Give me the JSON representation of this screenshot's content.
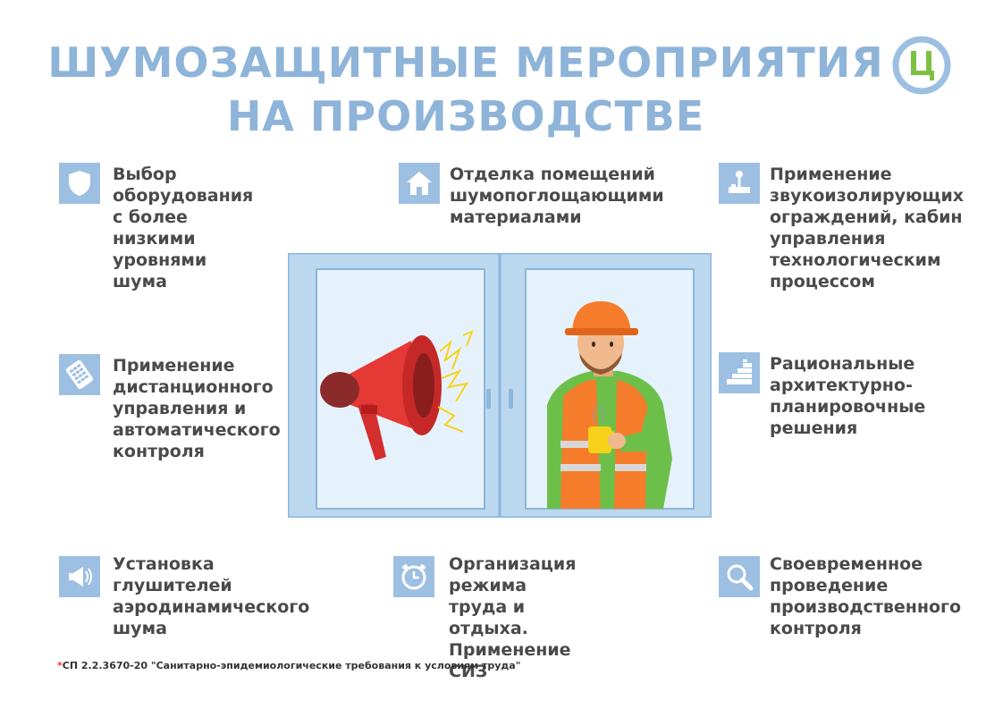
{
  "header": {
    "title_line1": "ШУМОЗАЩИТНЫЕ МЕРОПРИЯТИЯ",
    "title_line2": "НА ПРОИЗВОДСТВЕ"
  },
  "colors": {
    "title": "#8fb4d9",
    "icon_bg": "#9dbfe2",
    "text": "#4a4a4a",
    "logo_ring": "#9dbfe2",
    "logo_letter": "#7cc142",
    "megaphone": "#e53935",
    "footnote_star": "#e53935"
  },
  "items": [
    {
      "text": "Выбор оборудования\nс более низкими\nуровнями шума",
      "icon": "shield-icon"
    },
    {
      "text": "Отделка помещений\nшумопоглощающими\nматериалами",
      "icon": "house-icon"
    },
    {
      "text": "Применение\nзвукоизолирующих\nограждений, кабин\nуправления\nтехнологическим\nпроцессом",
      "icon": "joystick-icon"
    },
    {
      "text": "Применение\nдистанционного\nуправления и\nавтоматического\nконтроля",
      "icon": "remote-control-icon"
    },
    {
      "text": "Рациональные\nархитектурно-\nпланировочные\nрешения",
      "icon": "building-icon"
    },
    {
      "text": "Установка\nглушителей\nаэродинамического\nшума",
      "icon": "megaphone-icon"
    },
    {
      "text": "Организация режима\nтруда и отдыха.\nПрименение СИЗ",
      "icon": "clock-icon"
    },
    {
      "text": "Своевременное\nпроведение\nпроизводственного\nконтроля",
      "icon": "magnifier-icon"
    }
  ],
  "footnote": {
    "star": "*",
    "text": "СП 2.2.3670-20 \"Санитарно-эпидемиологические требования к условиям труда\""
  }
}
